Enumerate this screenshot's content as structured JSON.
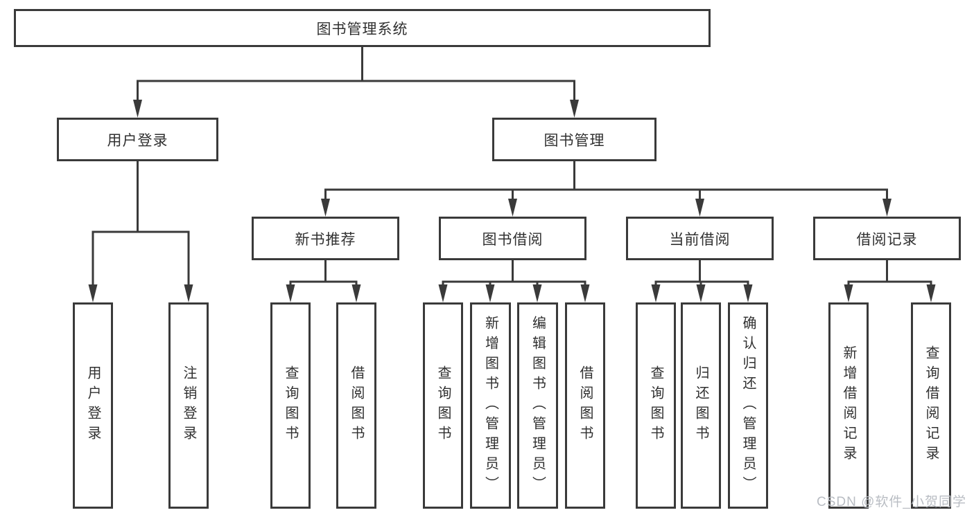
{
  "nodes": {
    "root": {
      "label": "图书管理系统"
    },
    "level2": [
      {
        "id": "user-login",
        "label": "用户登录"
      },
      {
        "id": "book-management",
        "label": "图书管理"
      }
    ],
    "level3": [
      {
        "id": "new-book-recommend",
        "label": "新书推荐"
      },
      {
        "id": "book-borrow",
        "label": "图书借阅"
      },
      {
        "id": "current-borrow",
        "label": "当前借阅"
      },
      {
        "id": "borrow-records",
        "label": "借阅记录"
      }
    ],
    "leaves": [
      {
        "id": "leaf-user-login",
        "label": "用户登录"
      },
      {
        "id": "leaf-logout",
        "label": "注销登录"
      },
      {
        "id": "leaf-query-books-recommend",
        "label": "查询图书"
      },
      {
        "id": "leaf-borrow-books-recommend",
        "label": "借阅图书"
      },
      {
        "id": "leaf-query-books-borrow",
        "label": "查询图书"
      },
      {
        "id": "leaf-add-books-admin",
        "label": "新增图书（管理员）"
      },
      {
        "id": "leaf-edit-books-admin",
        "label": "编辑图书（管理员）"
      },
      {
        "id": "leaf-borrow-books",
        "label": "借阅图书"
      },
      {
        "id": "leaf-query-books-current",
        "label": "查询图书"
      },
      {
        "id": "leaf-return-books",
        "label": "归还图书"
      },
      {
        "id": "leaf-confirm-return-admin",
        "label": "确认归还（管理员）"
      },
      {
        "id": "leaf-add-borrow-record",
        "label": "新增借阅记录"
      },
      {
        "id": "leaf-query-borrow-record",
        "label": "查询借阅记录"
      }
    ]
  },
  "watermark": {
    "text": "CSDN @软件_小贺同学"
  },
  "colors": {
    "line": "#3a3a3a",
    "text": "#303030",
    "background": "#ffffff",
    "watermark": "#b9bdc3"
  }
}
